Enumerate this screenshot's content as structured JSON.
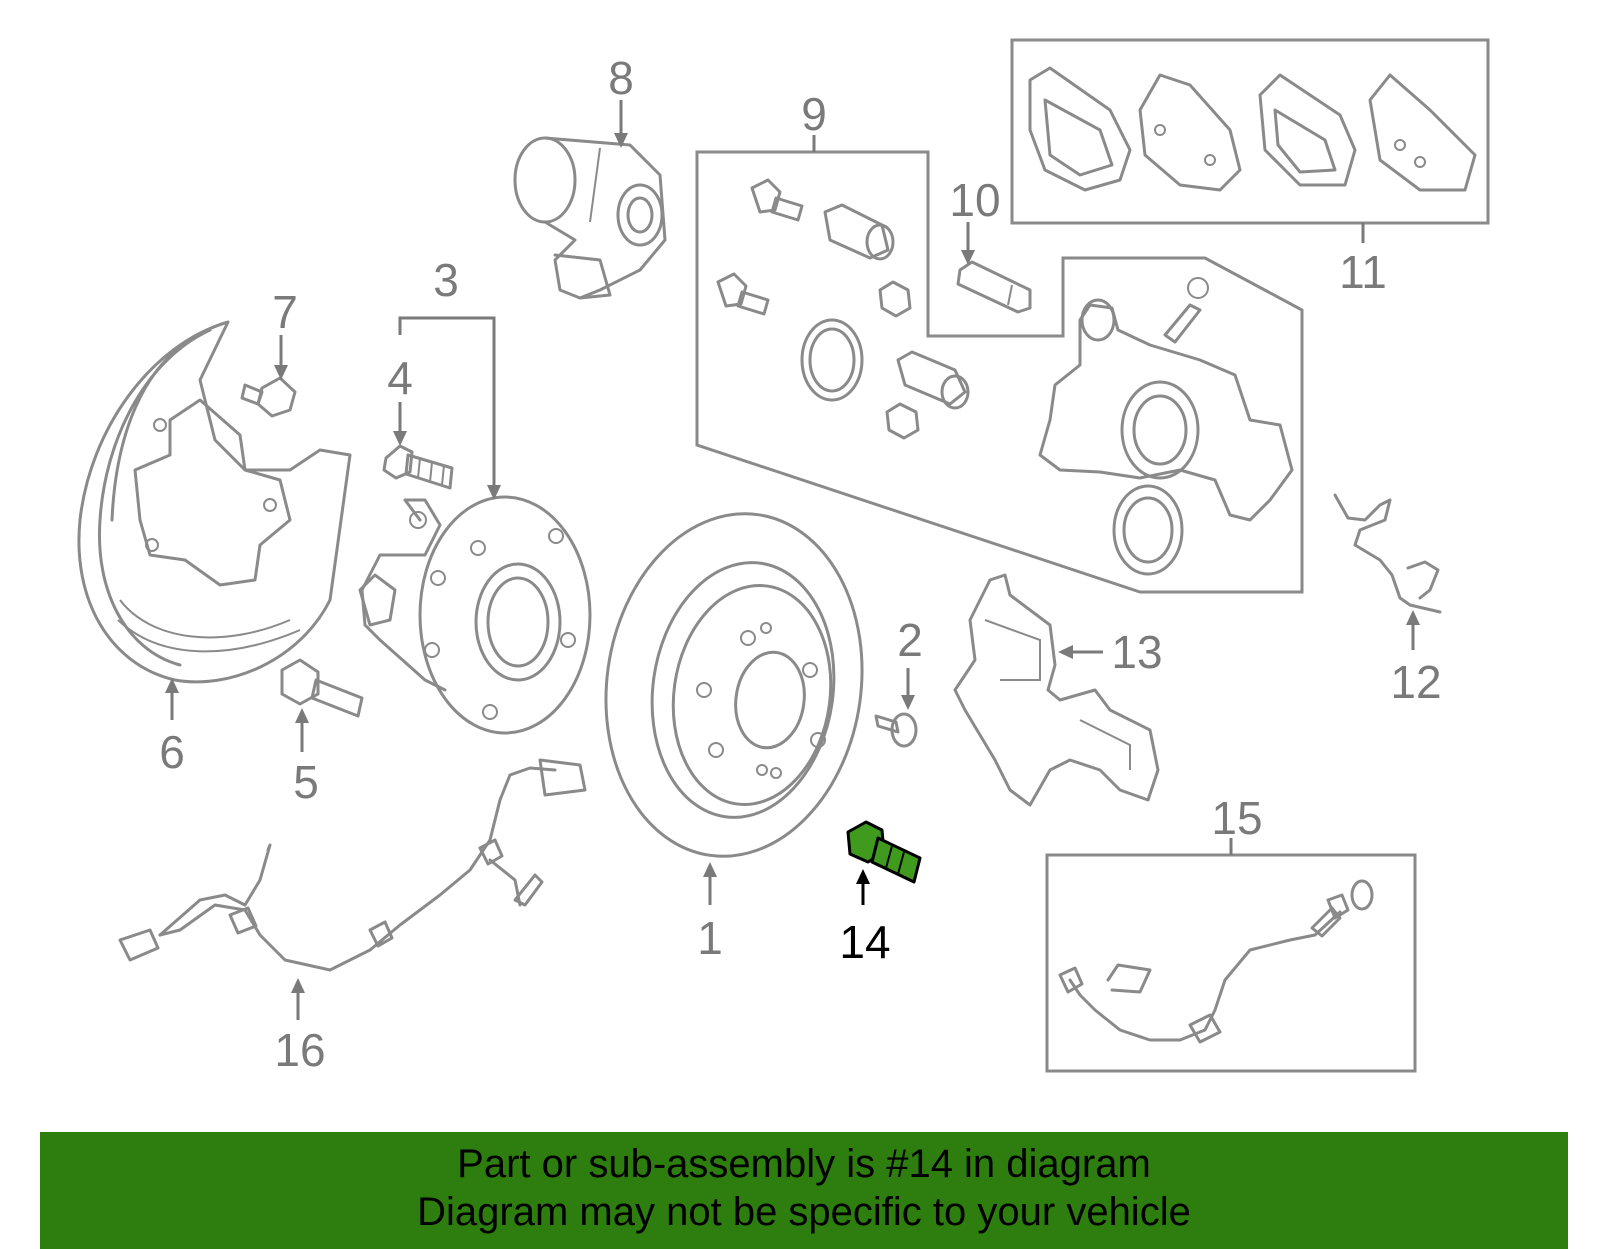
{
  "diagram": {
    "highlight_color": "#3f9a1e",
    "callouts": [
      "1",
      "2",
      "3",
      "4",
      "5",
      "6",
      "7",
      "8",
      "9",
      "10",
      "11",
      "12",
      "13",
      "14",
      "15",
      "16"
    ],
    "highlighted_callout": "14"
  },
  "banner": {
    "background": "#2e7d0f",
    "line1": "Part or sub-assembly is #14 in diagram",
    "line2": "Diagram may not be specific to your vehicle"
  }
}
